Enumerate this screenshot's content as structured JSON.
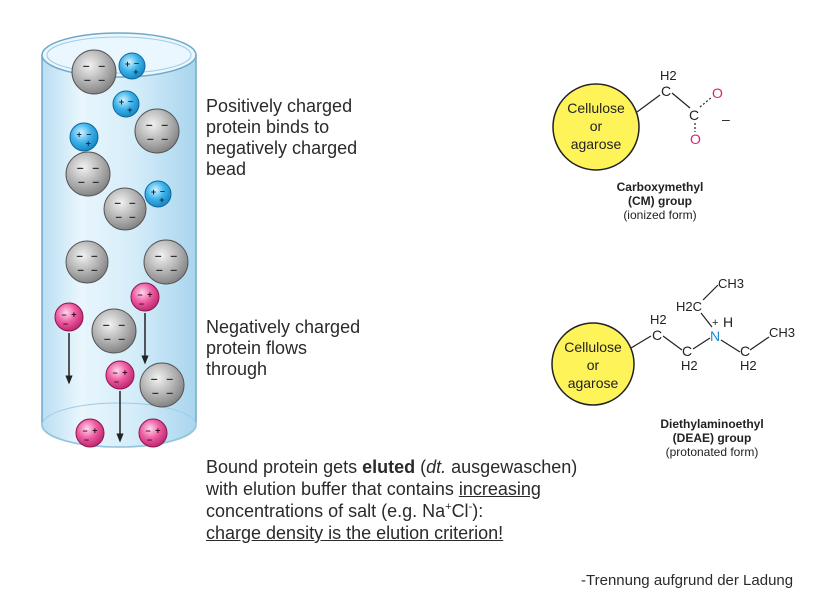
{
  "column": {
    "bound_text": "Positively charged protein binds to negatively charged bead",
    "bound_lines": [
      "Positively charged",
      "protein binds to",
      "negatively charged",
      "bead"
    ],
    "flow_text": "Negatively charged protein flows through",
    "flow_lines": [
      "Negatively charged",
      "protein flows",
      "through"
    ],
    "colors": {
      "bead": "#a8a8a8",
      "positive_protein": "#2ba6e0",
      "negative_protein": "#e0458f",
      "column": "#cfe9f7"
    }
  },
  "elution": {
    "l1_a": "Bound protein gets ",
    "l1_b": "eluted",
    "l1_c": " (",
    "l1_d": "dt.",
    "l1_e": " ausgewaschen)",
    "l2_a": "with elution buffer that contains ",
    "l2_b": "increasing",
    "l3_a": "concentrations of salt (e.g. Na",
    "l3_sup1": "+",
    "l3_b": "Cl",
    "l3_sup2": "-",
    "l3_c": "):",
    "l4": "charge density is the elution criterion!"
  },
  "cm": {
    "matrix_lines": [
      "Cellulose",
      "or",
      "agarose"
    ],
    "h2": "H2",
    "c1": "C",
    "c2": "C",
    "o1": "O",
    "o2": "O",
    "minus": "–",
    "caption_line1": "Carboxymethyl",
    "caption_line2": "(CM) group",
    "caption_line3": "(ionized form)"
  },
  "deae": {
    "matrix_lines": [
      "Cellulose",
      "or",
      "agarose"
    ],
    "ch3_top": "CH3",
    "h2c": "H2C",
    "h2_a": "H2",
    "c_a": "C",
    "c_b": "C",
    "h2_b": "H2",
    "n": "N",
    "h": "H",
    "plus": "+",
    "c_c": "C",
    "h2_c": "H2",
    "ch3_right": "CH3",
    "caption_line1": "Diethylaminoethyl",
    "caption_line2": "(DEAE) group",
    "caption_line3": "(protonated form)"
  },
  "footer": {
    "note": "-Trennung aufgrund der Ladung"
  }
}
